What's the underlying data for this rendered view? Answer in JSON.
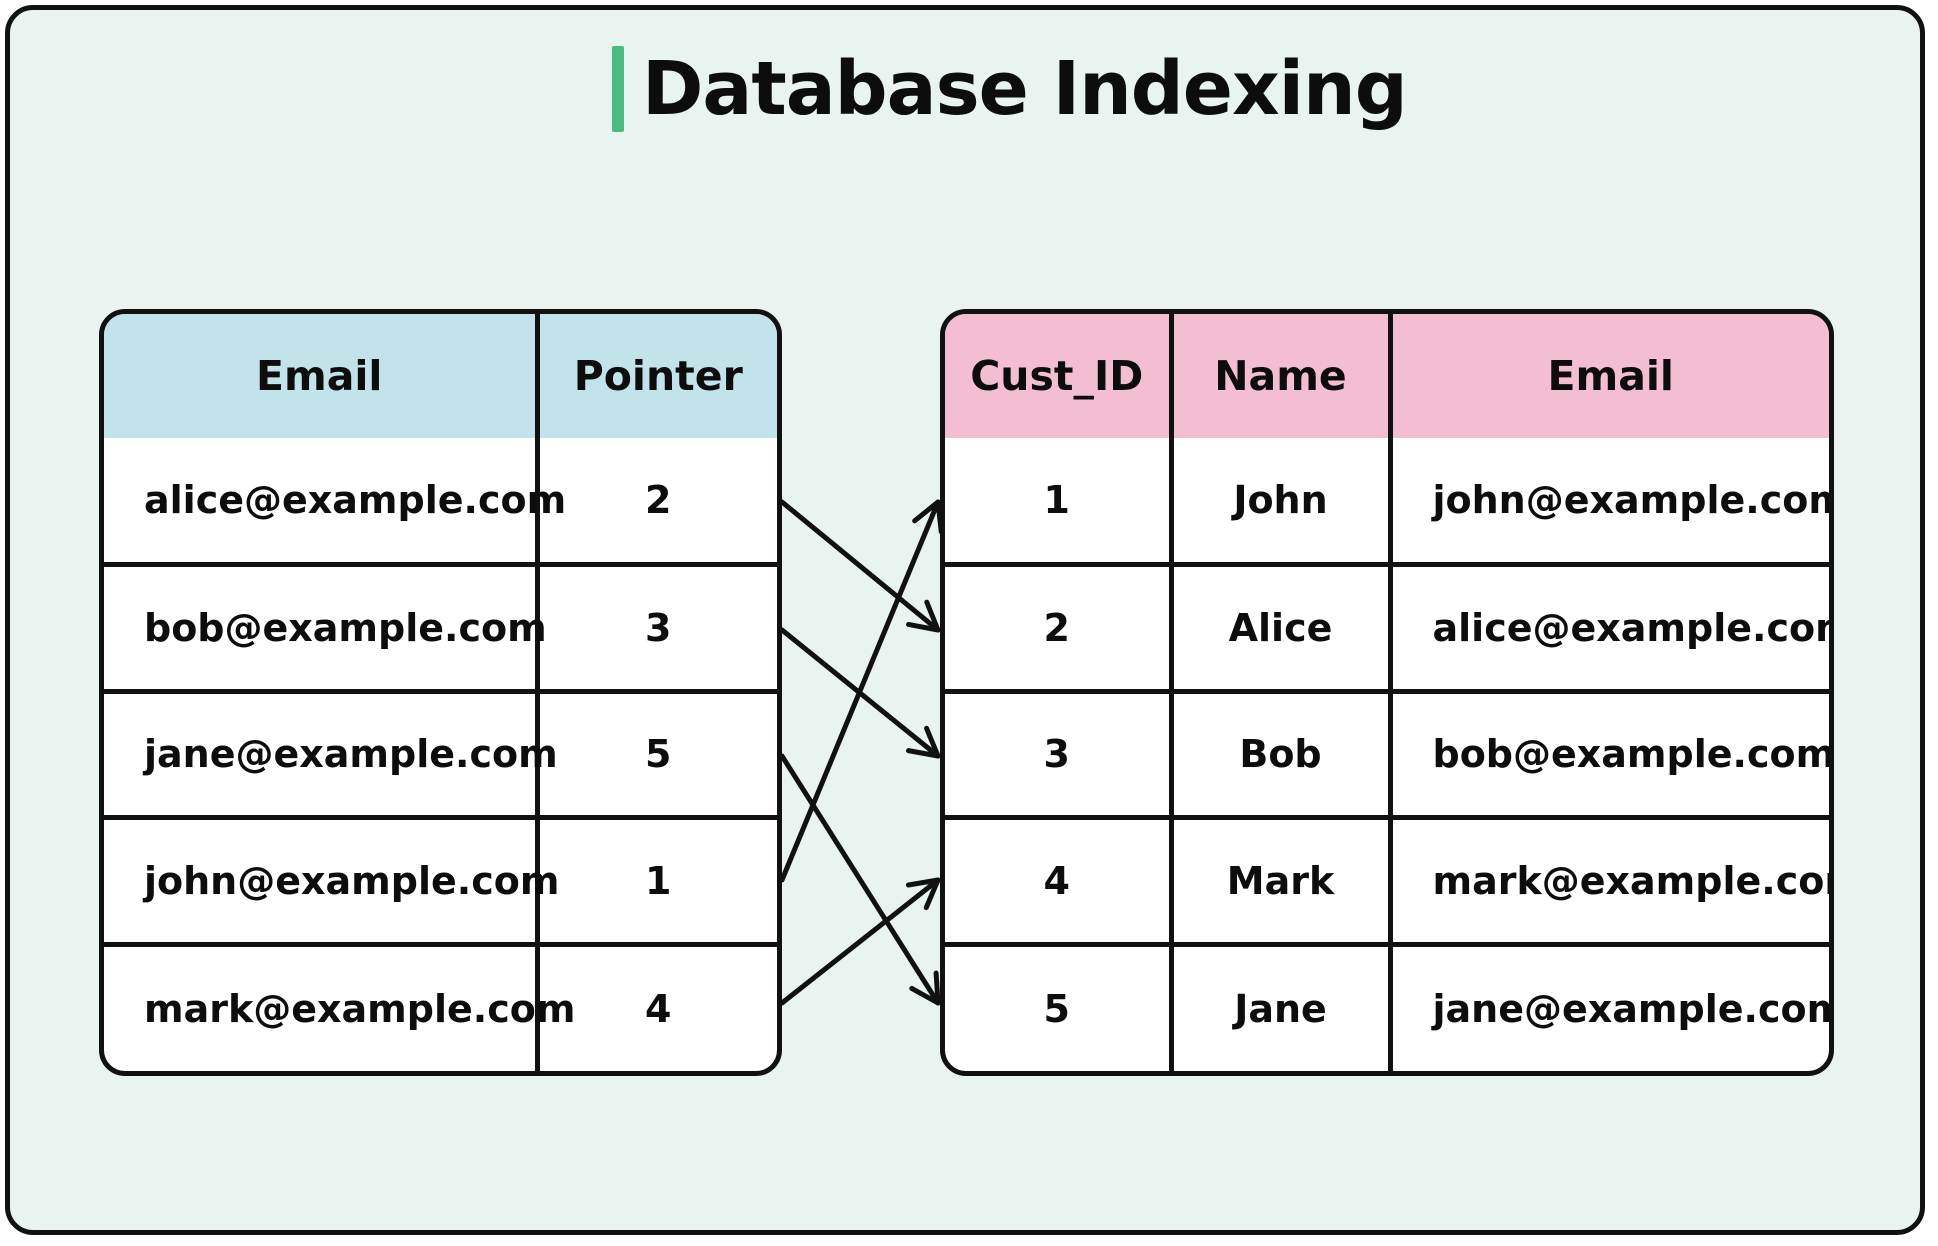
{
  "title": "Database Indexing",
  "colors": {
    "background": "#e9f3ef",
    "accent_bar": "#4cbb7f",
    "index_header": "#c1e3e9",
    "table_header": "#f3bed1",
    "border": "#111111"
  },
  "index_table": {
    "headers": [
      "Email",
      "Pointer"
    ],
    "rows": [
      [
        "alice@example.com",
        "2"
      ],
      [
        "bob@example.com",
        "3"
      ],
      [
        "jane@example.com",
        "5"
      ],
      [
        "john@example.com",
        "1"
      ],
      [
        "mark@example.com",
        "4"
      ]
    ]
  },
  "customer_table": {
    "headers": [
      "Cust_ID",
      "Name",
      "Email"
    ],
    "rows": [
      [
        "1",
        "John",
        "john@example.com"
      ],
      [
        "2",
        "Alice",
        "alice@example.com"
      ],
      [
        "3",
        "Bob",
        "bob@example.com"
      ],
      [
        "4",
        "Mark",
        "mark@example.com"
      ],
      [
        "5",
        "Jane",
        "jane@example.com"
      ]
    ]
  },
  "pointers": [
    {
      "from_row": 0,
      "to_row": 1
    },
    {
      "from_row": 1,
      "to_row": 2
    },
    {
      "from_row": 2,
      "to_row": 4
    },
    {
      "from_row": 3,
      "to_row": 0
    },
    {
      "from_row": 4,
      "to_row": 3
    }
  ]
}
